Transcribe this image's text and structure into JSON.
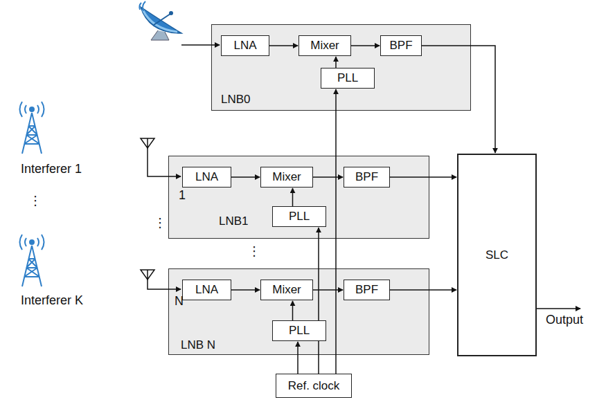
{
  "diagram": {
    "nodes": [
      {
        "text": [
          "LNB0"
        ]
      },
      {
        "text": [
          "LNA"
        ],
        "in": 0
      },
      {
        "text": [
          "Mixer"
        ],
        "in": 0
      },
      {
        "text": [
          "BPF"
        ],
        "in": 0
      },
      {
        "text": [
          "PLL"
        ],
        "in": 0
      },
      {
        "text": [
          "LNB1"
        ]
      },
      {
        "text": [
          "LNA"
        ],
        "in": 5
      },
      {
        "text": [
          "Mixer"
        ],
        "in": 5
      },
      {
        "text": [
          "BPF"
        ],
        "in": 5
      },
      {
        "text": [
          "PLL"
        ],
        "in": 5
      },
      {
        "text": [
          "LNB N"
        ]
      },
      {
        "text": [
          "LNA"
        ],
        "in": 10
      },
      {
        "text": [
          "Mixer"
        ],
        "in": 10
      },
      {
        "text": [
          "BPF"
        ],
        "in": 10
      },
      {
        "text": [
          "PLL"
        ],
        "in": 10
      },
      {
        "text": [
          "SLC"
        ]
      },
      {
        "text": [
          "Ref. clock"
        ]
      }
    ],
    "edges": [
      {
        "from": 1,
        "to": 2,
        "arrow": "to"
      },
      {
        "from": 2,
        "to": 3,
        "arrow": "to"
      },
      {
        "from": 4,
        "to": 2,
        "arrow": "to"
      },
      {
        "from": 6,
        "to": 7,
        "arrow": "to"
      },
      {
        "from": 7,
        "to": 8,
        "arrow": "to"
      },
      {
        "from": 9,
        "to": 7,
        "arrow": "to"
      },
      {
        "from": 11,
        "to": 12,
        "arrow": "to"
      },
      {
        "from": 12,
        "to": 13,
        "arrow": "to"
      },
      {
        "from": 14,
        "to": 12,
        "arrow": "to"
      },
      {
        "from": 3,
        "to": 15,
        "arrow": "to"
      },
      {
        "from": 8,
        "to": 15,
        "arrow": "to"
      },
      {
        "from": 13,
        "to": 15,
        "arrow": "to"
      },
      {
        "from": 16,
        "to": 14,
        "arrow": "to"
      },
      {
        "from": 16,
        "to": 9,
        "arrow": "to"
      },
      {
        "from": 16,
        "to": 4,
        "arrow": "to"
      }
    ],
    "labels": [
      "Interferer 1",
      "⋮",
      "Interferer K",
      "1",
      "⋮",
      "⋮",
      "N",
      "Output"
    ]
  }
}
